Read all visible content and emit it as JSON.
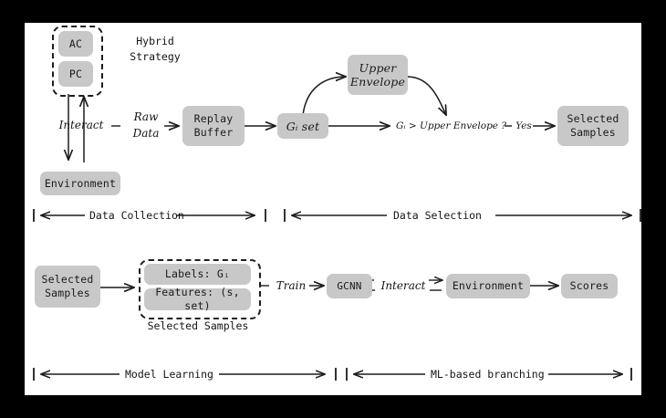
{
  "figure": {
    "type": "flow-diagram",
    "background": "#000000",
    "canvas_color": "#ffffff",
    "node_fill": "#c8c8c8",
    "stroke": "#1c1c1c"
  },
  "top_row": {
    "hybrid_group": {
      "nodes": [
        {
          "id": "ac",
          "label": "AC"
        },
        {
          "id": "pc",
          "label": "PC"
        }
      ],
      "caption_line1": "Hybrid",
      "caption_line2": "Strategy"
    },
    "interact_label": "Interact",
    "environment_label": "Environment",
    "raw_data_line1": "Raw",
    "raw_data_line2": "Data",
    "replay_buffer_line1": "Replay",
    "replay_buffer_line2": "Buffer",
    "gi_set_label": "Gᵢ  set",
    "upper_envelope_line1": "Upper",
    "upper_envelope_line2": "Envelope",
    "condition_label": "Gᵢ > Upper Envelope ?",
    "yes_label": "Yes",
    "selected_samples_line1": "Selected",
    "selected_samples_line2": "Samples"
  },
  "bottom_row": {
    "selected_samples_line1": "Selected",
    "selected_samples_line2": "Samples",
    "training_set": {
      "labels_row": "Labels:  Gᵢ",
      "features_row": "Features:  (s, set)",
      "caption": "Selected Samples"
    },
    "train_label": "Train",
    "gcnn_label": "GCNN",
    "interact_label": "Interact",
    "environment_label": "Environment",
    "scores_label": "Scores"
  },
  "phases": {
    "top": [
      {
        "id": "data-collection",
        "label": "Data Collection"
      },
      {
        "id": "data-selection",
        "label": "Data Selection"
      }
    ],
    "bottom": [
      {
        "id": "model-learning",
        "label": "Model Learning"
      },
      {
        "id": "ml-based-branching",
        "label": "ML-based branching"
      }
    ]
  }
}
